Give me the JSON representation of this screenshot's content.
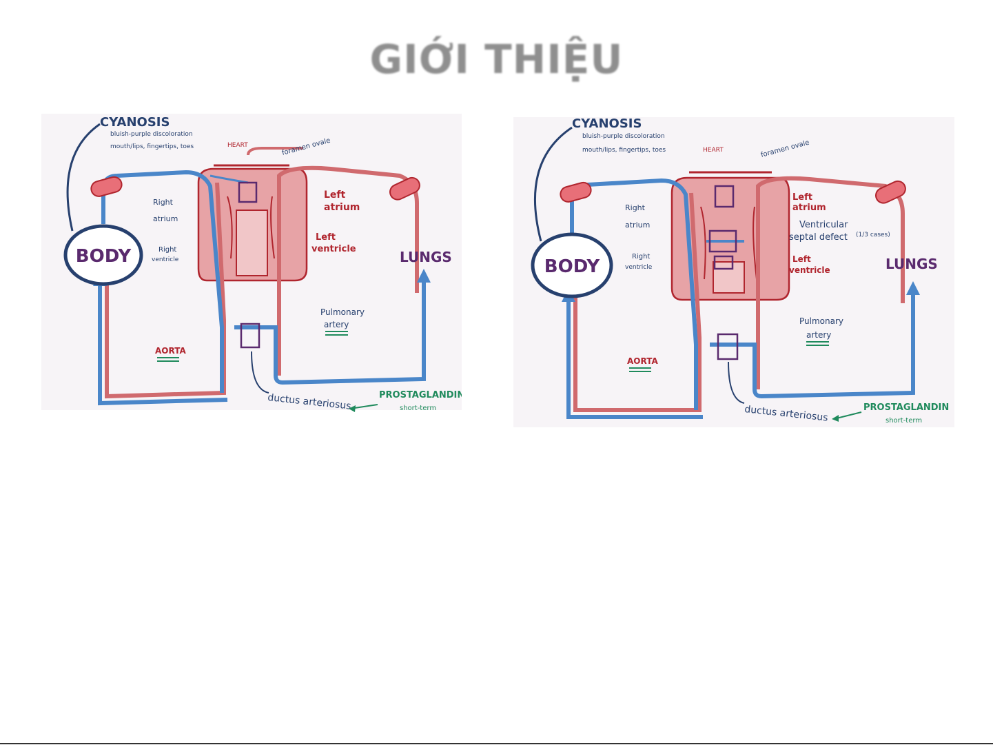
{
  "slide": {
    "title": "GIỚI THIỆU"
  },
  "colors": {
    "red": "#d06a6e",
    "blue": "#4a86c9",
    "navy": "#27406e",
    "purple": "#5a2a6e",
    "green": "#1f8a5c",
    "crimson": "#b0252e",
    "heart": "#e7a3a6"
  },
  "panels": [
    {
      "cyanosis": "CYANOSIS",
      "cyanosis_sub1": "bluish-purple discoloration",
      "cyanosis_sub2": "mouth/lips, fingertips, toes",
      "heart": "HEART",
      "foramen_ovale": "foramen ovale",
      "right_atrium_1": "Right",
      "right_atrium_2": "atrium",
      "right_ventricle_1": "Right",
      "right_ventricle_2": "ventricle",
      "left_atrium_1": "Left",
      "left_atrium_2": "atrium",
      "left_ventricle_1": "Left",
      "left_ventricle_2": "ventricle",
      "body": "BODY",
      "lungs": "LUNGS",
      "aorta": "AORTA",
      "pulmonary_1": "Pulmonary",
      "pulmonary_2": "artery",
      "ductus": "ductus arteriosus",
      "prostaglandin": "PROSTAGLANDIN",
      "short_term": "short-term"
    },
    {
      "cyanosis": "CYANOSIS",
      "cyanosis_sub1": "bluish-purple discoloration",
      "cyanosis_sub2": "mouth/lips, fingertips, toes",
      "heart": "HEART",
      "foramen_ovale": "foramen ovale",
      "right_atrium_1": "Right",
      "right_atrium_2": "atrium",
      "right_ventricle_1": "Right",
      "right_ventricle_2": "ventricle",
      "left_atrium_1": "Left",
      "left_atrium_2": "atrium",
      "vsd_1": "Ventricular",
      "vsd_2": "septal defect",
      "vsd_3": "(1/3 cases)",
      "left_ventricle_1": "Left",
      "left_ventricle_2": "ventricle",
      "body": "BODY",
      "lungs": "LUNGS",
      "aorta": "AORTA",
      "pulmonary_1": "Pulmonary",
      "pulmonary_2": "artery",
      "ductus": "ductus arteriosus",
      "prostaglandin": "PROSTAGLANDIN",
      "short_term": "short-term"
    }
  ]
}
